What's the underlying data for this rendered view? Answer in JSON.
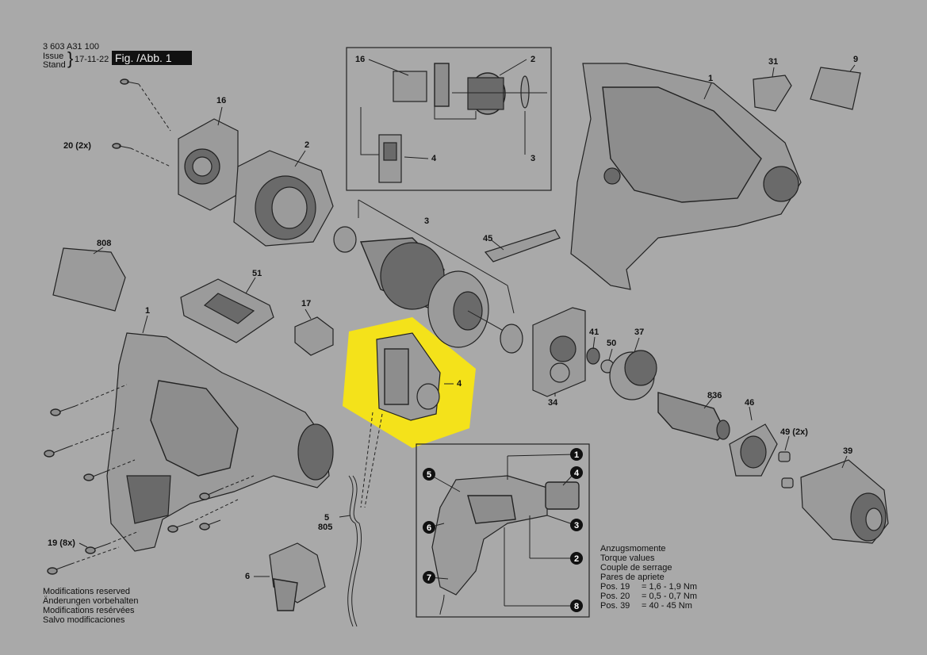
{
  "header": {
    "doc_number": "3 603 A31 100",
    "issue_label": "Issue",
    "stand_label": "Stand",
    "date": "17-11-22",
    "figure": "Fig. /Abb. 1"
  },
  "colors": {
    "background": "#a9a9a9",
    "highlight": "#f4e21a",
    "ink": "#111111"
  },
  "part_labels": {
    "p16": "16",
    "p20": "20 (2x)",
    "p2": "2",
    "p808": "808",
    "p51": "51",
    "p17": "17",
    "p1": "1",
    "p3": "3",
    "p45": "45",
    "p4": "4",
    "p41": "41",
    "p50": "50",
    "p37": "37",
    "p34": "34",
    "p836": "836",
    "p46": "46",
    "p49": "49 (2x)",
    "p39": "39",
    "p31": "31",
    "p9": "9",
    "p1_top": "1",
    "p5": "5",
    "p805": "805",
    "p19": "19 (8x)",
    "p6": "6"
  },
  "inset_top": {
    "p16": "16",
    "p2": "2",
    "p4": "4",
    "p3": "3"
  },
  "inset_bottom": {
    "callouts": [
      "1",
      "5",
      "4",
      "6",
      "3",
      "2",
      "7",
      "8"
    ]
  },
  "notes": [
    "Modifications reserved",
    "Änderungen vorbehalten",
    "Modifications resérvées",
    "Salvo modificaciones"
  ],
  "torque": {
    "titles": [
      "Anzugsmomente",
      "Torque values",
      "Couple de serrage",
      "Pares de apriete"
    ],
    "rows": [
      {
        "pos": "Pos. 19",
        "value": "=  1,6 - 1,9 Nm"
      },
      {
        "pos": "Pos. 20",
        "value": "=  0,5 - 0,7 Nm"
      },
      {
        "pos": "Pos. 39",
        "value": "=  40 - 45 Nm"
      }
    ]
  }
}
